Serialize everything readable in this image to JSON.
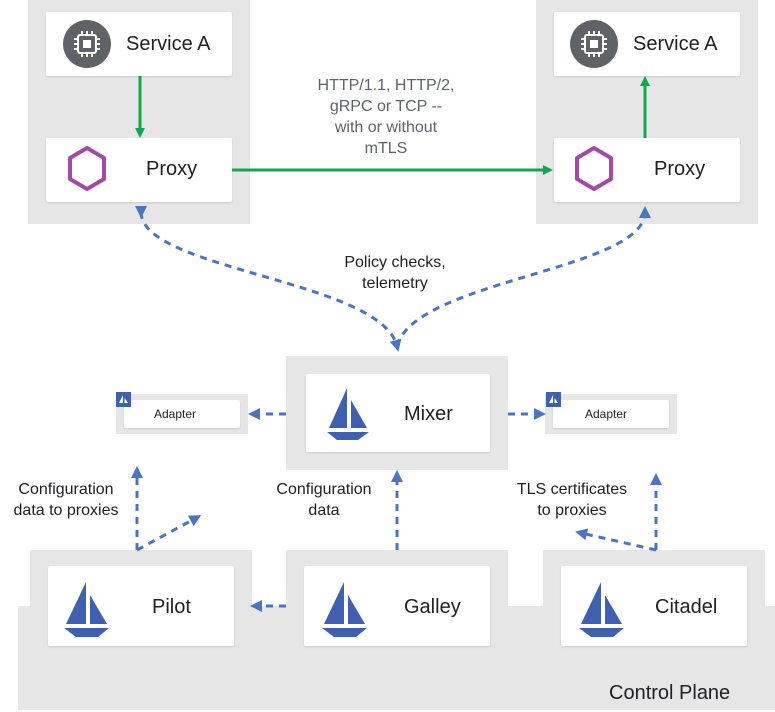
{
  "left_pod": {
    "service_label": "Service A",
    "proxy_label": "Proxy"
  },
  "right_pod": {
    "service_label": "Service A",
    "proxy_label": "Proxy"
  },
  "traffic_note": [
    "HTTP/1.1, HTTP/2,",
    "gRPC or TCP --",
    "with or without",
    "mTLS"
  ],
  "policy_note": [
    "Policy checks,",
    "telemetry"
  ],
  "mixer": {
    "label": "Mixer"
  },
  "adapter_left": {
    "label": "Adapter"
  },
  "adapter_right": {
    "label": "Adapter"
  },
  "config_proxies_note": [
    "Configuration",
    "data to proxies"
  ],
  "config_data_note": [
    "Configuration",
    "data"
  ],
  "tls_note": [
    "TLS certificates",
    "to proxies"
  ],
  "pilot": {
    "label": "Pilot"
  },
  "galley": {
    "label": "Galley"
  },
  "citadel": {
    "label": "Citadel"
  },
  "control_plane": {
    "label": "Control Plane"
  },
  "colors": {
    "green": "#11a84b",
    "blue_dash": "#4a74c4",
    "istio_blue": "#3f5fb0",
    "proxy_purple": "#a24aa6",
    "chip_gray": "#5f6368",
    "panel_gray": "#e6e6e6"
  },
  "icons": {
    "service": "chip-icon",
    "proxy": "hexagon-icon",
    "istio": "sail-icon"
  }
}
